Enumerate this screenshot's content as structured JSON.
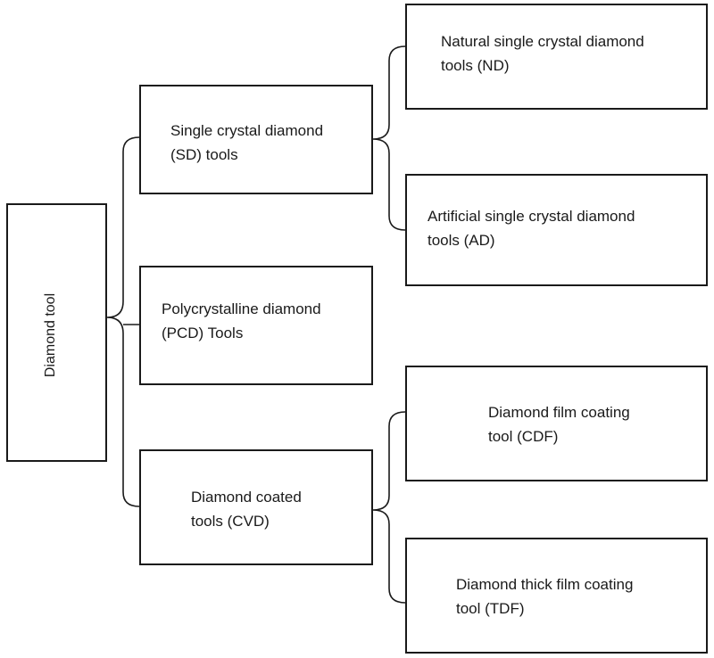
{
  "diagram": {
    "root": {
      "label": "Diamond tool"
    },
    "level1": [
      {
        "label": "Single crystal diamond\n(SD) tools"
      },
      {
        "label": "Polycrystalline diamond\n(PCD) Tools"
      },
      {
        "label": "Diamond coated\ntools (CVD)"
      }
    ],
    "level2": [
      {
        "label": "Natural single crystal diamond\ntools (ND)"
      },
      {
        "label": "Artificial single crystal diamond\ntools (AD)"
      },
      {
        "label": "Diamond film coating\ntool (CDF)"
      },
      {
        "label": "Diamond thick film coating\ntool (TDF)"
      }
    ]
  }
}
